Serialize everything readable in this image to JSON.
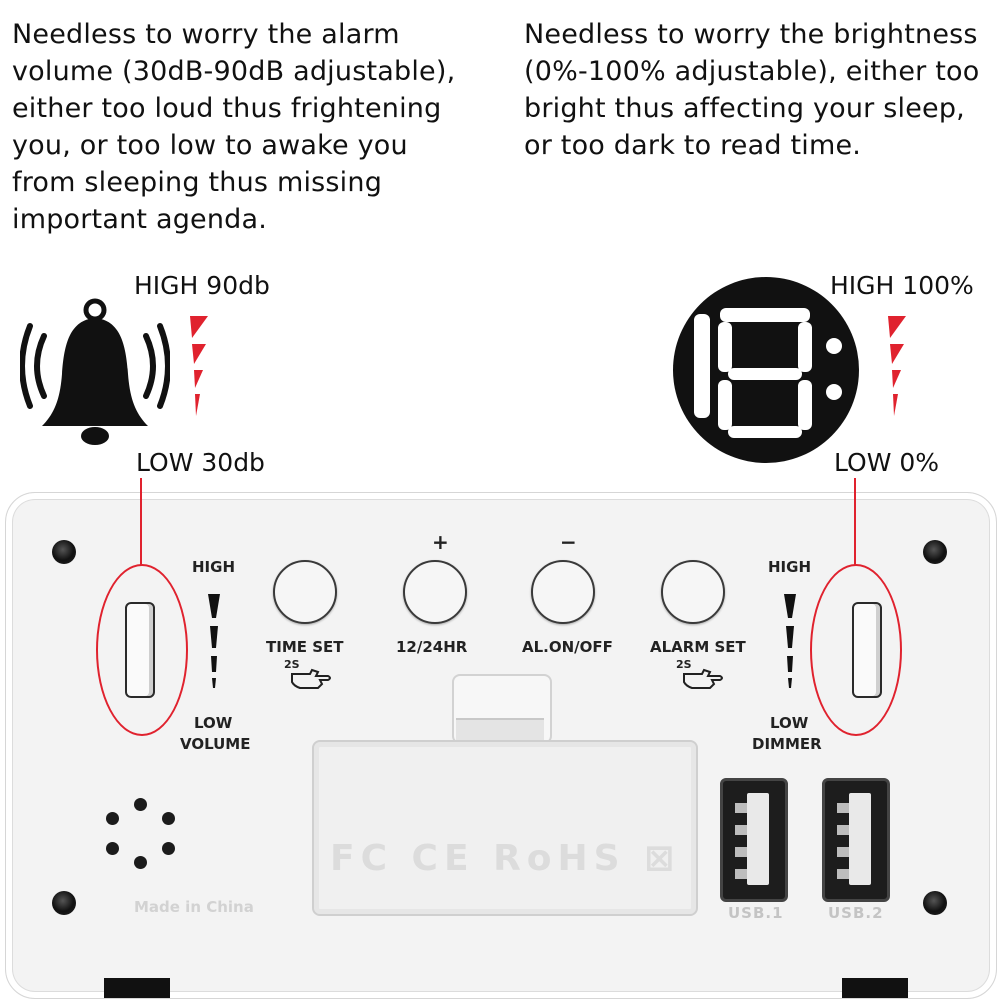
{
  "captions": {
    "left": "Needless to worry the alarm\nvolume (30dB-90dB adjustable),\neither too loud thus frightening\nyou, or too low to awake you\nfrom sleeping thus missing\nimportant agenda.",
    "right": "Needless to worry the brightness\n(0%-100% adjustable), either too\nbright thus affecting your sleep,\nor too dark to read time."
  },
  "volume_range": {
    "high_label": "HIGH 90db",
    "low_label": "LOW 30db"
  },
  "brightness_range": {
    "high_label": "HIGH 100%",
    "low_label": "LOW 0%"
  },
  "device": {
    "volume_slider": {
      "high": "HIGH",
      "low": "LOW",
      "name": "VOLUME"
    },
    "dimmer_slider": {
      "high": "HIGH",
      "low": "LOW",
      "name": "DIMMER"
    },
    "buttons": [
      {
        "top_symbol": "",
        "label": "TIME SET",
        "hold": "2S"
      },
      {
        "top_symbol": "+",
        "label": "12/24HR",
        "hold": ""
      },
      {
        "top_symbol": "−",
        "label": "AL.ON/OFF",
        "hold": ""
      },
      {
        "top_symbol": "",
        "label": "ALARM SET",
        "hold": "2S"
      }
    ],
    "battery_cover_marks": "FC CE RoHS ⊠",
    "made_in": "Made in China",
    "usb_ports": [
      "USB.1",
      "USB.2"
    ]
  },
  "colors": {
    "accent_red": "#e0222e",
    "body": "#f3f3f3",
    "dark": "#111111"
  },
  "icons": [
    "bell-icon",
    "digit-display-icon",
    "volume-wedge-icon",
    "brightness-wedge-icon",
    "hand-press-icon"
  ]
}
